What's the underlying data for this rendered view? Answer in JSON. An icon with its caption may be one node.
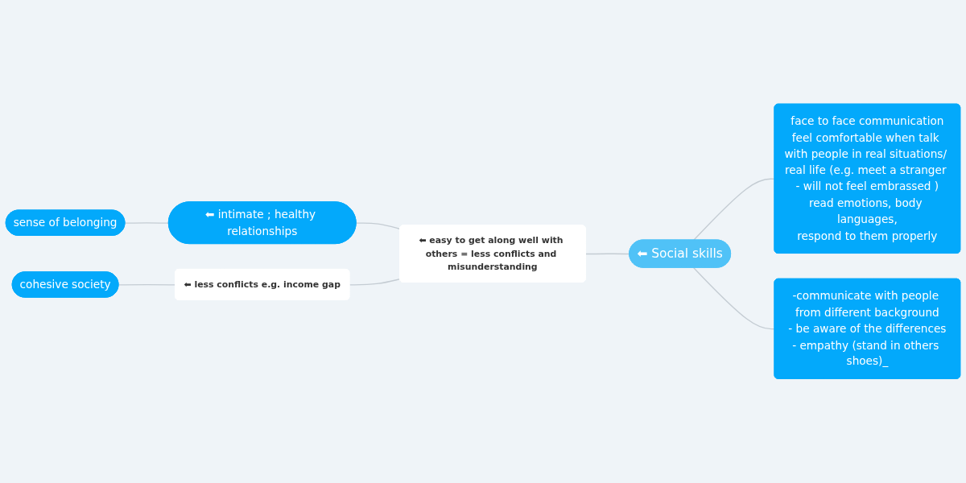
{
  "diagram": {
    "nodes": [
      {
        "text": [
          "⬅ Social skills"
        ]
      },
      {
        "text": [
          "⬅ easy to get along well with others = less conflicts and misunderstanding"
        ]
      },
      {
        "text": [
          "⬅ intimate ; healthy relationships"
        ]
      },
      {
        "text": [
          "sense of belonging"
        ]
      },
      {
        "text": [
          "⬅ less conflicts e.g. income gap"
        ]
      },
      {
        "text": [
          "cohesive society"
        ]
      },
      {
        "text": [
          "face to face communication",
          "feel comfortable when talk with people in real situations/ real life (e.g. meet a stranger - will not feel embrassed )",
          "read emotions, body languages,",
          "respond to them properly"
        ]
      },
      {
        "text": [
          "-communicate with people from different background",
          "- be aware of the differences",
          "- empathy (stand in others shoes)_"
        ]
      }
    ],
    "edges": [
      {
        "from": 1,
        "to": 0,
        "arrow": "none"
      },
      {
        "from": 2,
        "to": 1,
        "arrow": "none"
      },
      {
        "from": 3,
        "to": 2,
        "arrow": "none"
      },
      {
        "from": 4,
        "to": 1,
        "arrow": "none"
      },
      {
        "from": 5,
        "to": 4,
        "arrow": "none"
      },
      {
        "from": 0,
        "to": 6,
        "arrow": "none"
      },
      {
        "from": 0,
        "to": 7,
        "arrow": "none"
      }
    ]
  }
}
